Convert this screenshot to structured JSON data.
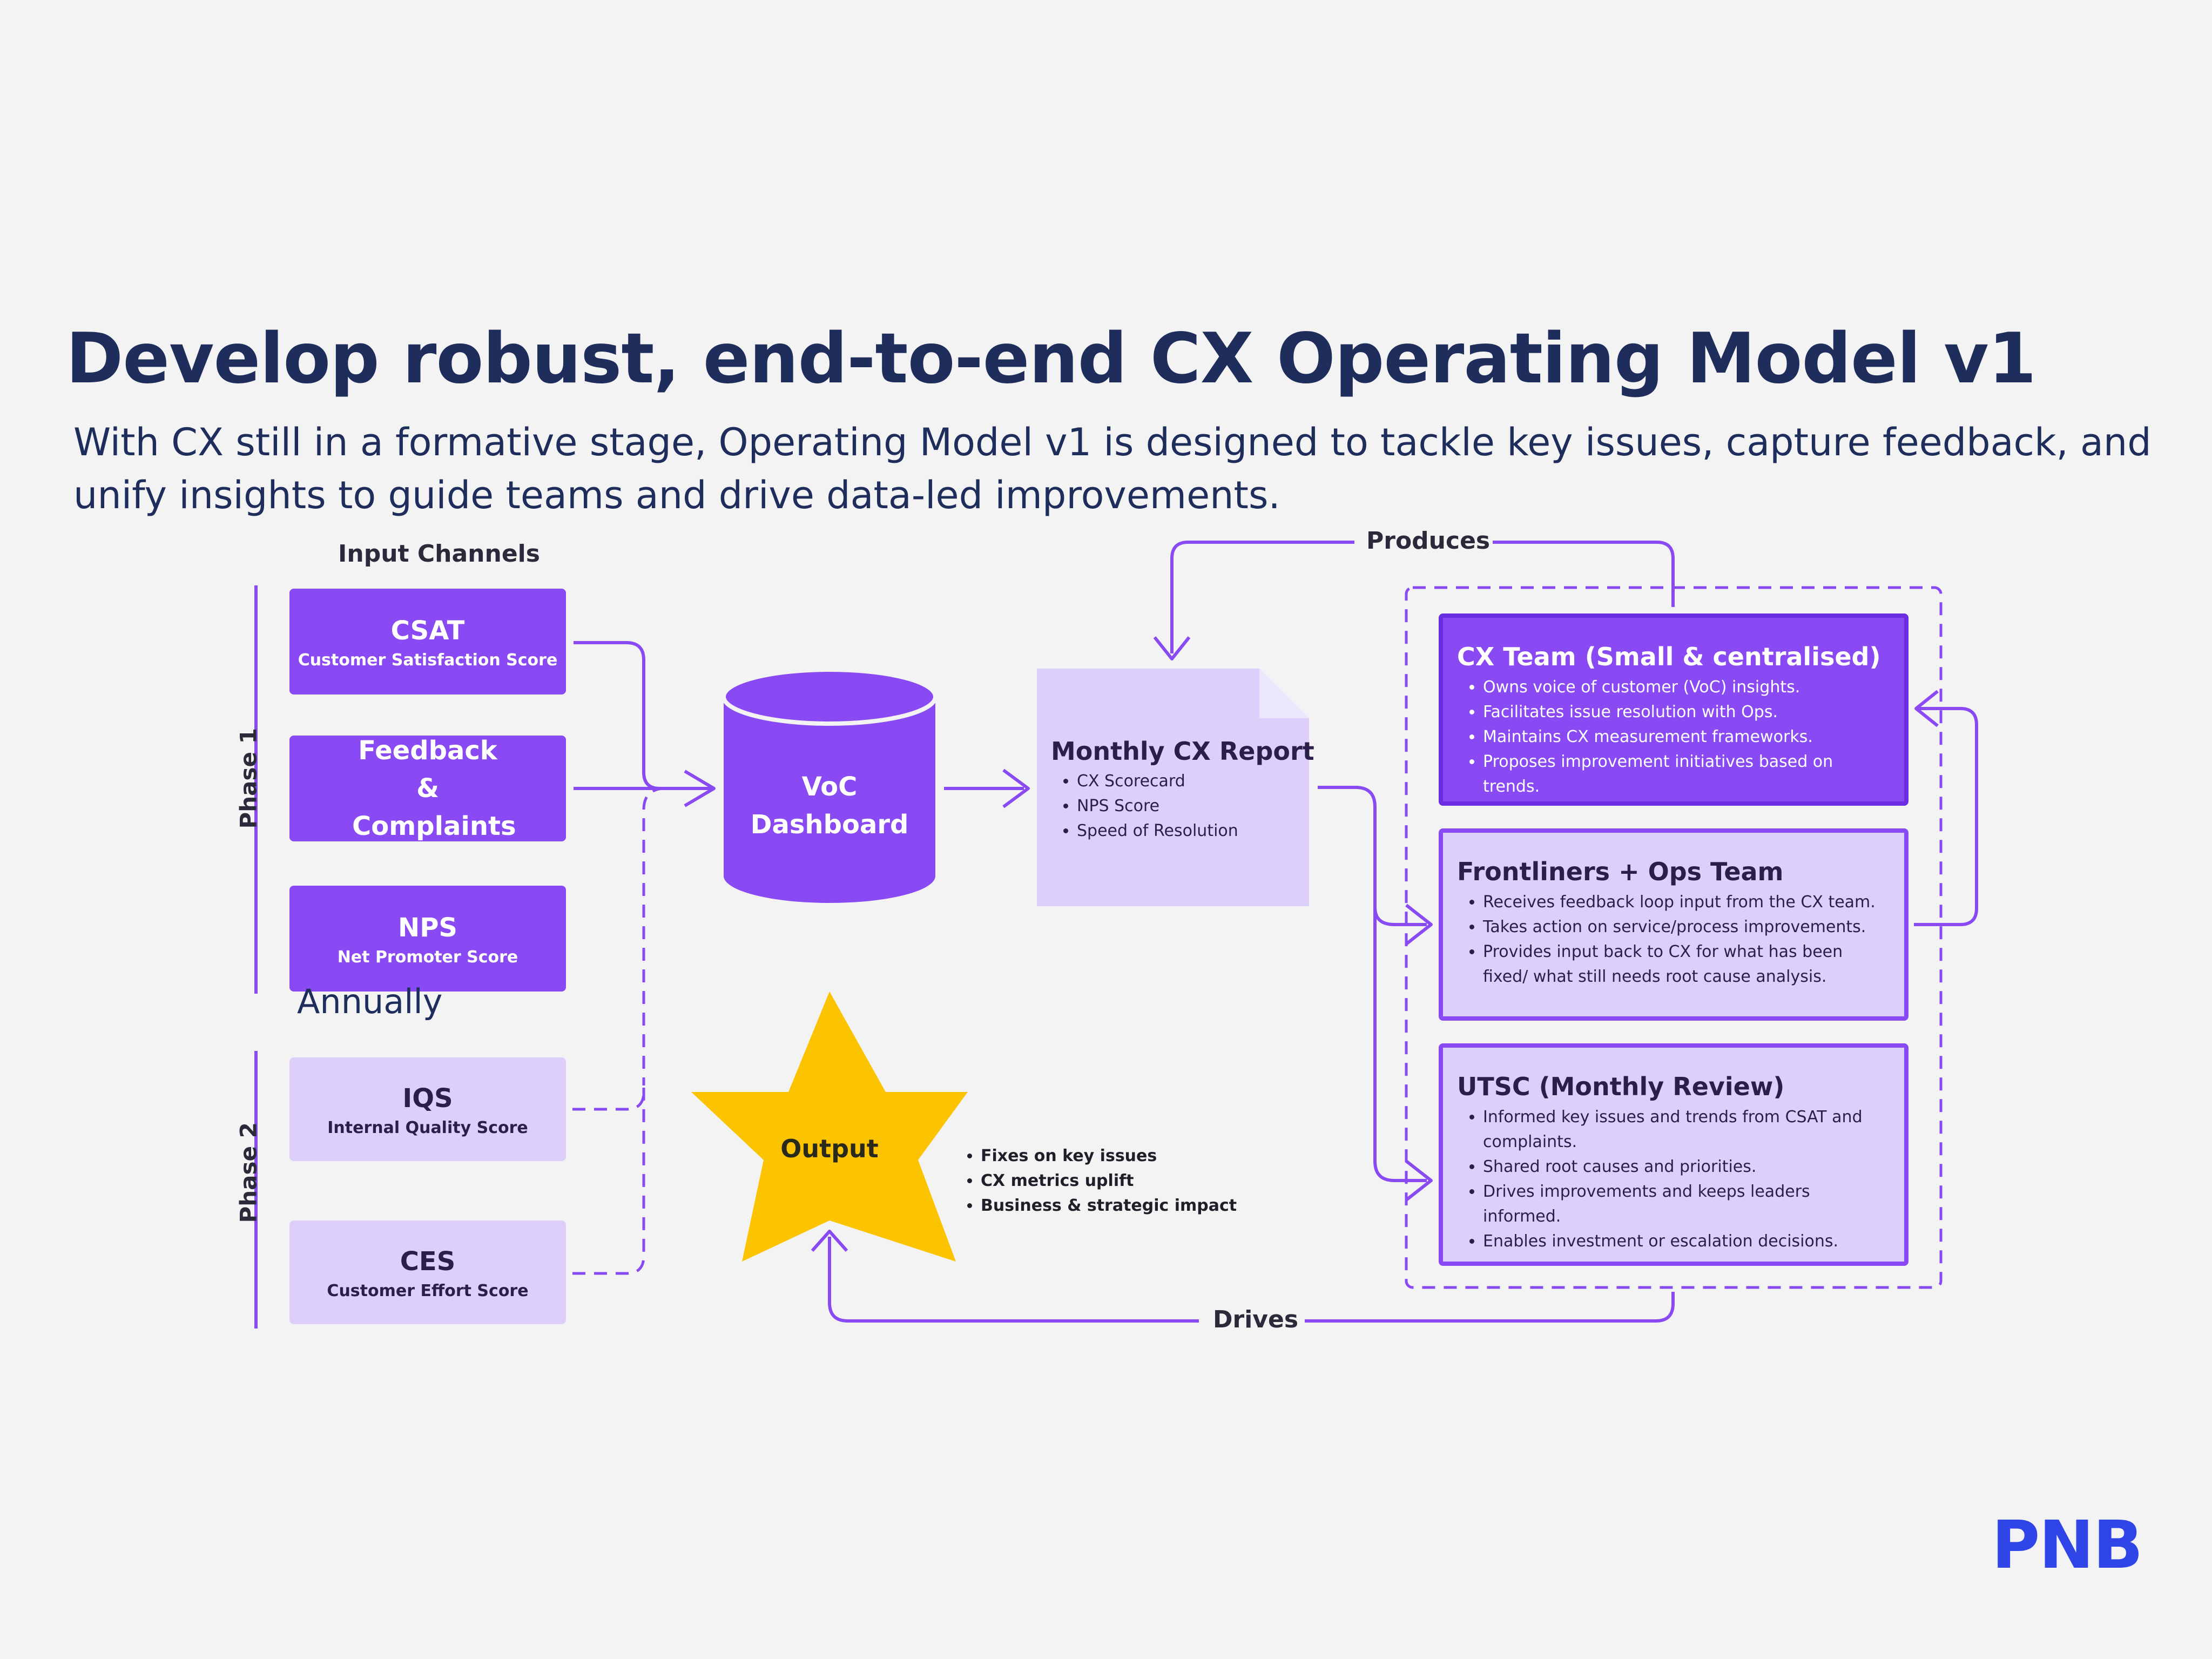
{
  "slide": {
    "title": "Develop robust, end-to-end CX Operating Model v1",
    "subtitle": "With CX still in a formative stage, Operating Model v1 is designed to tackle key issues, capture feedback, and unify insights to guide teams and drive data-led improvements."
  },
  "colors": {
    "dark_purple": "#8a4af3",
    "light_purple": "#dcd0fb",
    "star": "#fcc300",
    "navy": "#1f2d5c",
    "logo": "#2f45e8"
  },
  "inputs": {
    "heading": "Input Channels",
    "phase1": "Phase 1",
    "phase2": "Phase 2",
    "annually": "Annually",
    "csat": {
      "title": "CSAT",
      "sub": "Customer Satisfaction Score"
    },
    "feedback": {
      "title": "Feedback & Complaints"
    },
    "nps": {
      "title": "NPS",
      "sub": "Net Promoter Score"
    },
    "iqs": {
      "title": "IQS",
      "sub": "Internal Quality Score"
    },
    "ces": {
      "title": "CES",
      "sub": "Customer Effort Score"
    }
  },
  "dashboard": {
    "label": "VoC Dashboard"
  },
  "report": {
    "title": "Monthly CX Report",
    "items": [
      "CX Scorecard",
      "NPS Score",
      "Speed of Resolution"
    ]
  },
  "flows": {
    "produces": "Produces",
    "drives": "Drives"
  },
  "output": {
    "label": "Output",
    "items": [
      "Fixes on key issues",
      "CX metrics uplift",
      "Business & strategic impact"
    ]
  },
  "teams": {
    "cx": {
      "title": "CX Team (Small & centralised)",
      "items": [
        "Owns voice of customer (VoC) insights.",
        "Facilitates issue resolution with Ops.",
        "Maintains CX measurement frameworks.",
        "Proposes improvement initiatives based on trends."
      ]
    },
    "frontliners": {
      "title": "Frontliners + Ops Team",
      "items": [
        "Receives feedback loop input from the CX team.",
        "Takes action on service/process improvements.",
        "Provides input back to CX for what has been fixed/ what still needs root cause analysis."
      ]
    },
    "utsc": {
      "title": "UTSC (Monthly Review)",
      "items": [
        "Informed key issues and trends from CSAT and complaints.",
        "Shared root causes and priorities.",
        "Drives improvements and keeps leaders informed.",
        "Enables investment or escalation decisions."
      ]
    }
  },
  "brand": {
    "logo": "PNB"
  }
}
